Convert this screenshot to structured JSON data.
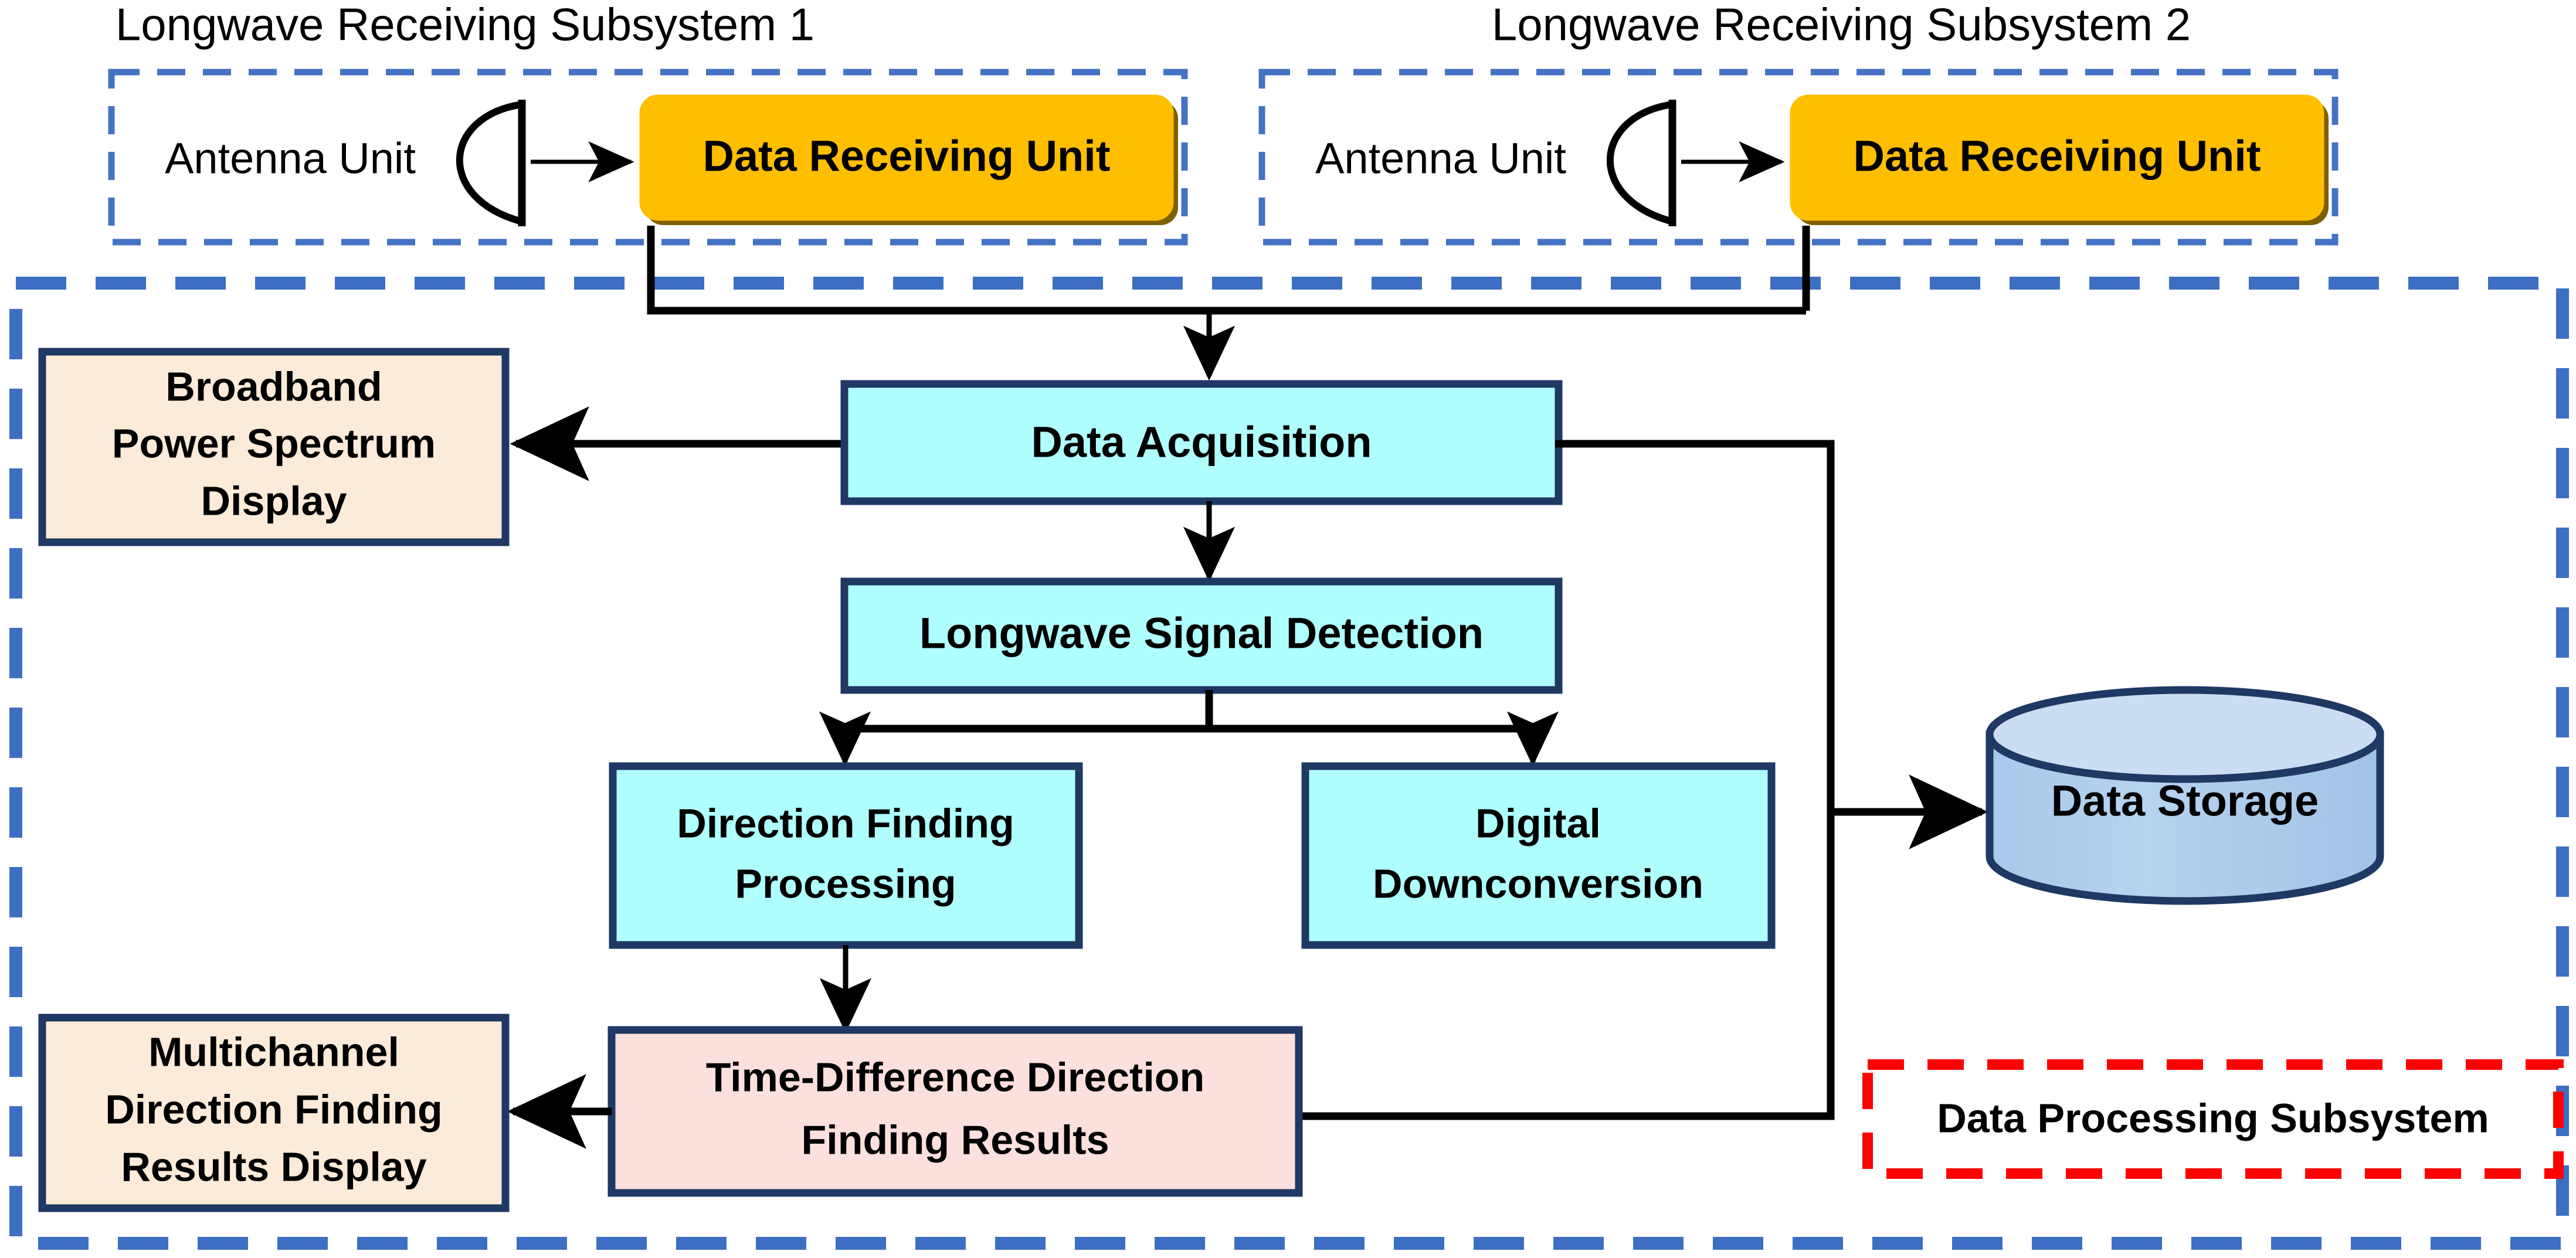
{
  "diagram": {
    "title_left": "Longwave Receiving Subsystem 1",
    "title_right": "Longwave Receiving Subsystem 2",
    "colors": {
      "subsystem_dash": "#4472C4",
      "processing_dash": "#3C6FC4",
      "red_dash": "#FF0000",
      "receiving_unit_fill": "#FFBF00",
      "receiving_unit_shadow": "#7F6000",
      "process_fill": "#AFFFFF",
      "process_stroke": "#1F3864",
      "display_fill": "#FCEBD9",
      "results_fill": "#FCE0DD",
      "storage_fill": "#AECDEB",
      "storage_top_fill": "#CBDDF2",
      "connector": "#000000"
    },
    "subsystem_left": {
      "name": "Longwave Receiving Subsystem 1",
      "antenna_label": "Antenna Unit",
      "receiver_label": "Data Receiving Unit"
    },
    "subsystem_right": {
      "name": "Longwave Receiving Subsystem 2",
      "antenna_label": "Antenna Unit",
      "receiver_label": "Data Receiving Unit"
    },
    "processing_subsystem": {
      "label": "Data Processing Subsystem",
      "nodes": {
        "broadband_display_line1": "Broadband",
        "broadband_display_line2": "Power Spectrum",
        "broadband_display_line3": "Display",
        "data_acquisition": "Data Acquisition",
        "longwave_detection": "Longwave Signal Detection",
        "direction_finding_line1": "Direction Finding",
        "direction_finding_line2": "Processing",
        "digital_downconversion_line1": "Digital",
        "digital_downconversion_line2": "Downconversion",
        "data_storage": "Data Storage",
        "time_difference_line1": "Time-Difference Direction",
        "time_difference_line2": "Finding Results",
        "multichannel_display_line1": "Multichannel",
        "multichannel_display_line2": "Direction Finding",
        "multichannel_display_line3": "Results Display"
      }
    }
  }
}
